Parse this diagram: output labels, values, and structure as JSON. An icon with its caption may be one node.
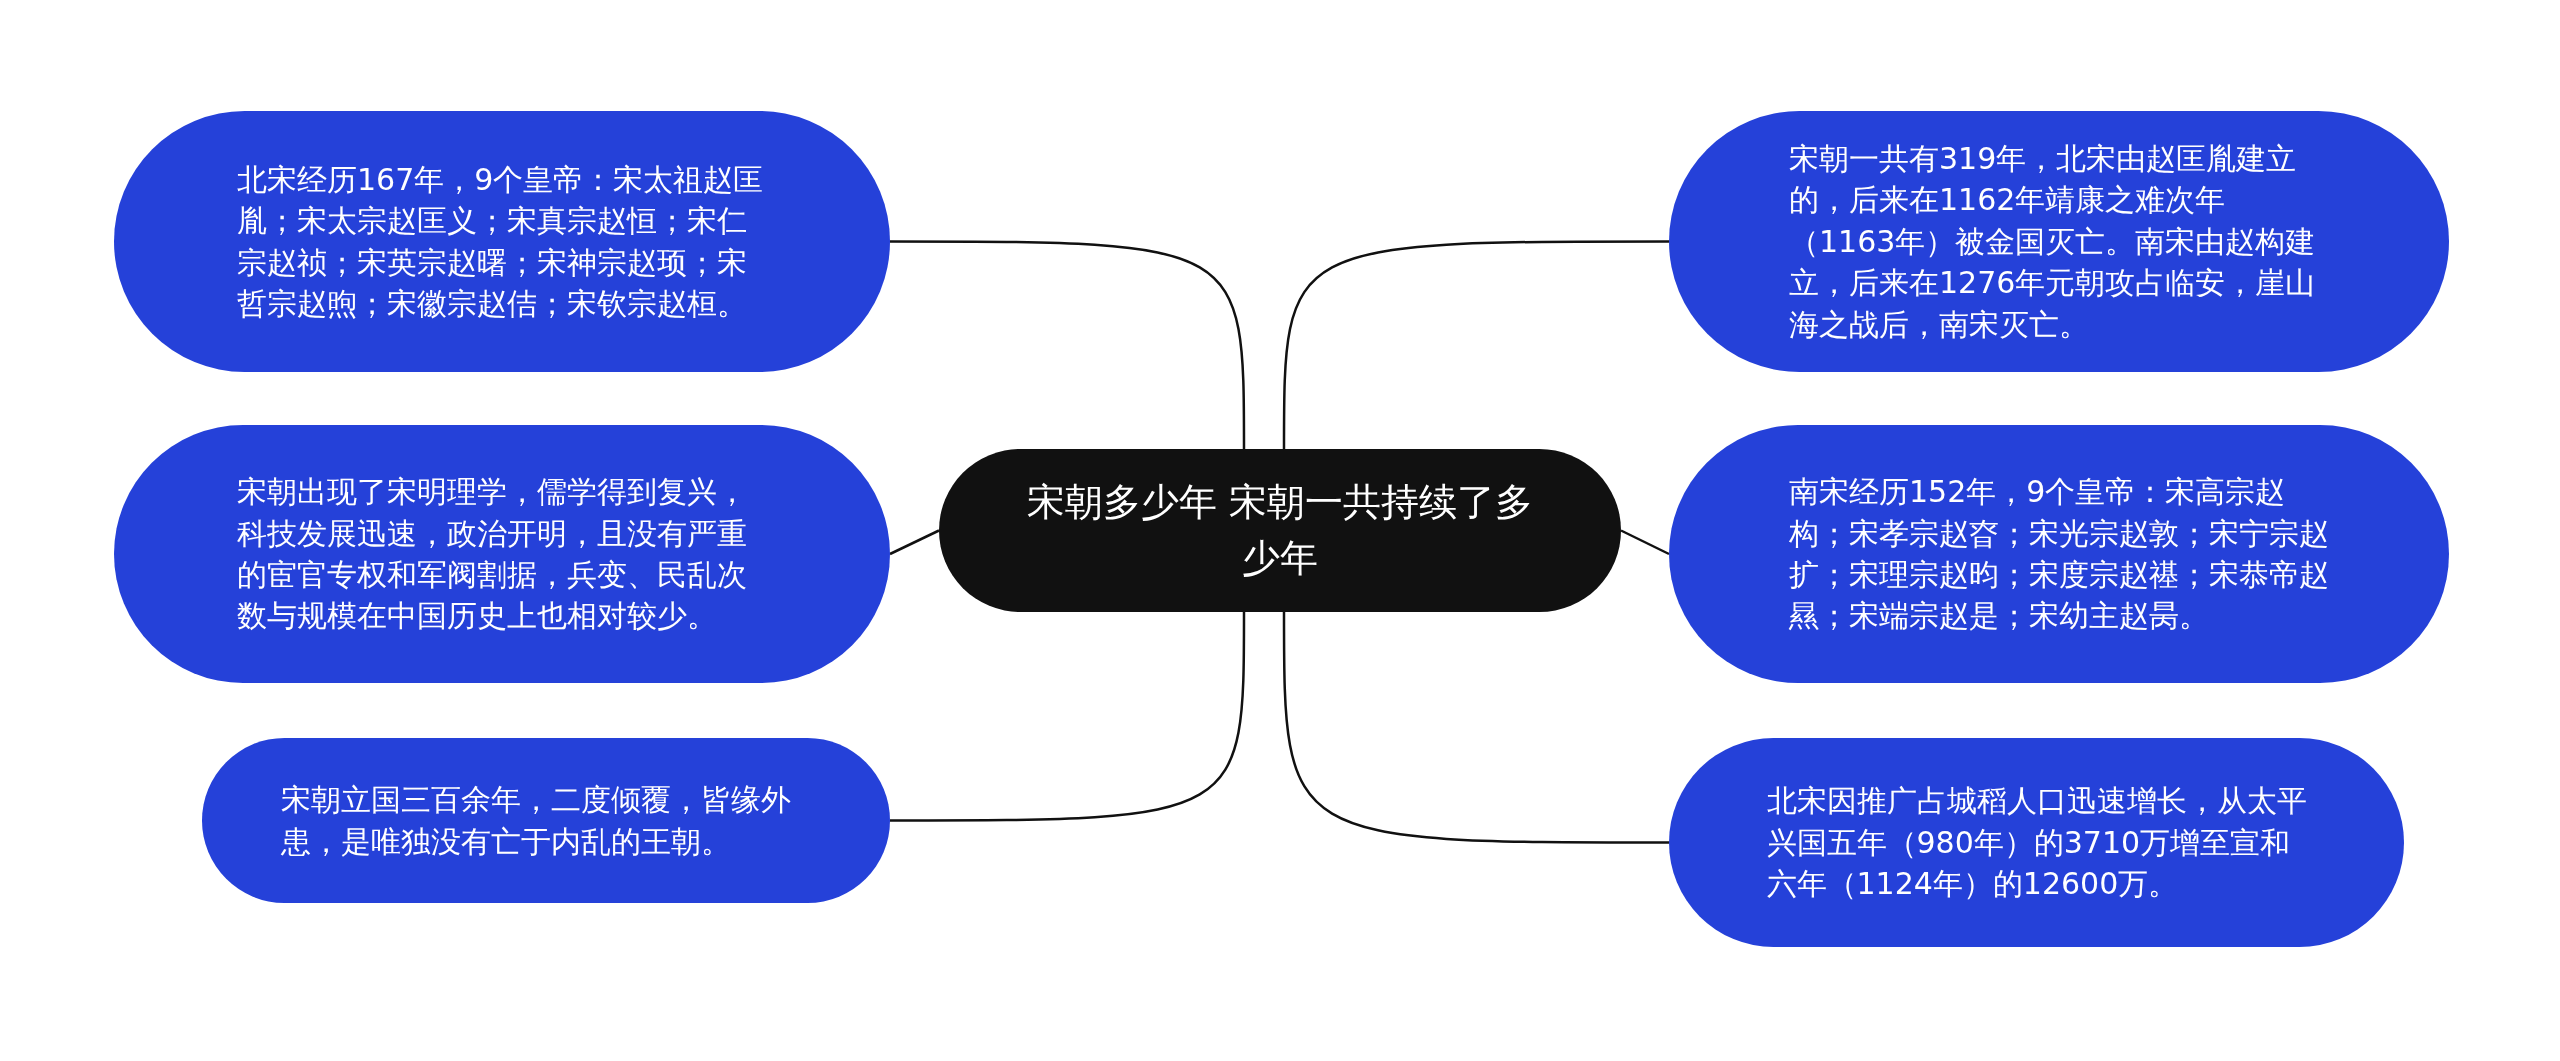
{
  "diagram": {
    "nodes": [
      {
        "text": [
          "宋朝多少年 宋朝一共持续了多少年"
        ]
      },
      {
        "text": [
          "北宋经历167年，9个皇帝：宋太祖赵匡胤；宋太宗赵匡义；宋真宗赵恒；宋仁宗赵祯；宋英宗赵曙；宋神宗赵顼；宋哲宗赵煦；宋徽宗赵佶；宋钦宗赵桓。"
        ]
      },
      {
        "text": [
          "宋朝出现了宋明理学，儒学得到复兴，科技发展迅速，政治开明，且没有严重的宦官专权和军阀割据，兵变、民乱次数与规模在中国历史上也相对较少。"
        ]
      },
      {
        "text": [
          "宋朝立国三百余年，二度倾覆，皆缘外患，是唯独没有亡于内乱的王朝。"
        ]
      },
      {
        "text": [
          "宋朝一共有319年，北宋由赵匡胤建立的，后来在1162年靖康之难次年（1163年）被金国灭亡。南宋由赵构建立，后来在1276年元朝攻占临安，崖山海之战后，南宋灭亡。"
        ]
      },
      {
        "text": [
          "南宋经历152年，9个皇帝：宋高宗赵构；宋孝宗赵昚；宋光宗赵敦；宋宁宗赵扩；宋理宗赵昀；宋度宗赵禥；宋恭帝赵㬎；宋端宗赵是；宋幼主赵昺。"
        ]
      },
      {
        "text": [
          "北宋因推广占城稻人口迅速增长，从太平兴国五年（980年）的3710万增至宣和六年（1124年）的12600万。"
        ]
      }
    ],
    "edges": [
      {
        "from": 0,
        "to": 1,
        "arrow": "none"
      },
      {
        "from": 0,
        "to": 2,
        "arrow": "none"
      },
      {
        "from": 0,
        "to": 3,
        "arrow": "none"
      },
      {
        "from": 0,
        "to": 4,
        "arrow": "none"
      },
      {
        "from": 0,
        "to": 5,
        "arrow": "none"
      },
      {
        "from": 0,
        "to": 6,
        "arrow": "none"
      }
    ]
  }
}
